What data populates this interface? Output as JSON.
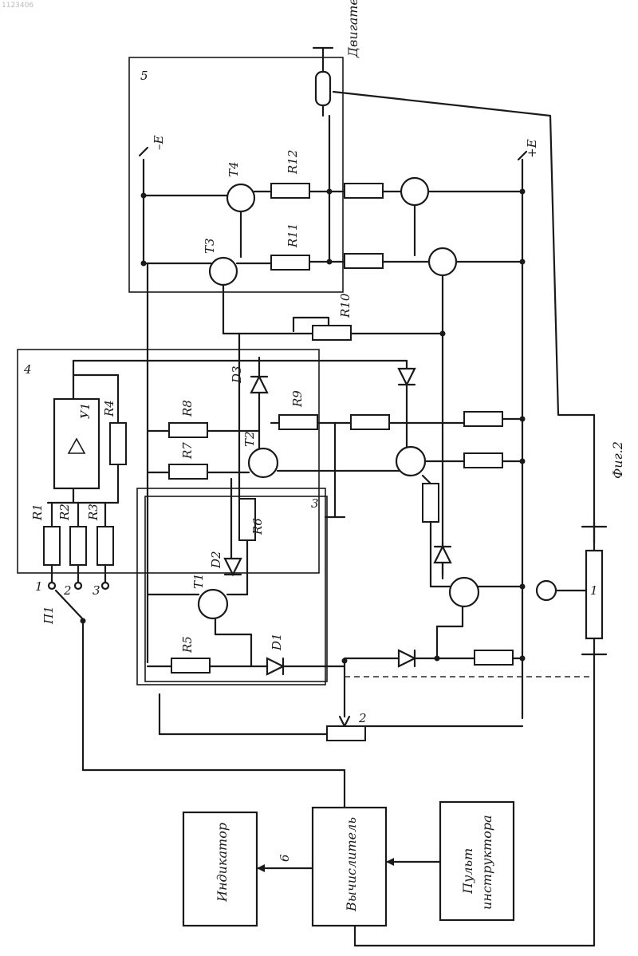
{
  "corner_number": "1123406",
  "figure_caption": "Фиг.2",
  "motor_label": "Двигатель",
  "supply": {
    "neg": "–E",
    "pos": "+E"
  },
  "blocks": {
    "b3": "3",
    "b4": "4",
    "b5": "5",
    "b2": "2",
    "b1": "1",
    "b6": "6"
  },
  "amplifier": "У1",
  "switch_label": "П1",
  "switch_positions": [
    "1",
    "2",
    "3"
  ],
  "transistors": {
    "t1": "T1",
    "t2": "T2",
    "t3": "T3",
    "t4": "T4"
  },
  "diodes": {
    "d1": "D1",
    "d2": "D2",
    "d3": "D3"
  },
  "resistors": {
    "r1": "R1",
    "r2": "R2",
    "r3": "R3",
    "r4": "R4",
    "r5": "R5",
    "r6": "R6",
    "r7": "R7",
    "r8": "R8",
    "r9": "R9",
    "r10": "R10",
    "r11": "R11",
    "r12": "R12"
  },
  "units": {
    "indicator": "Индикатор",
    "calculator": "Вычислитель",
    "console_line1": "Пульт",
    "console_line2": "инструктора"
  }
}
